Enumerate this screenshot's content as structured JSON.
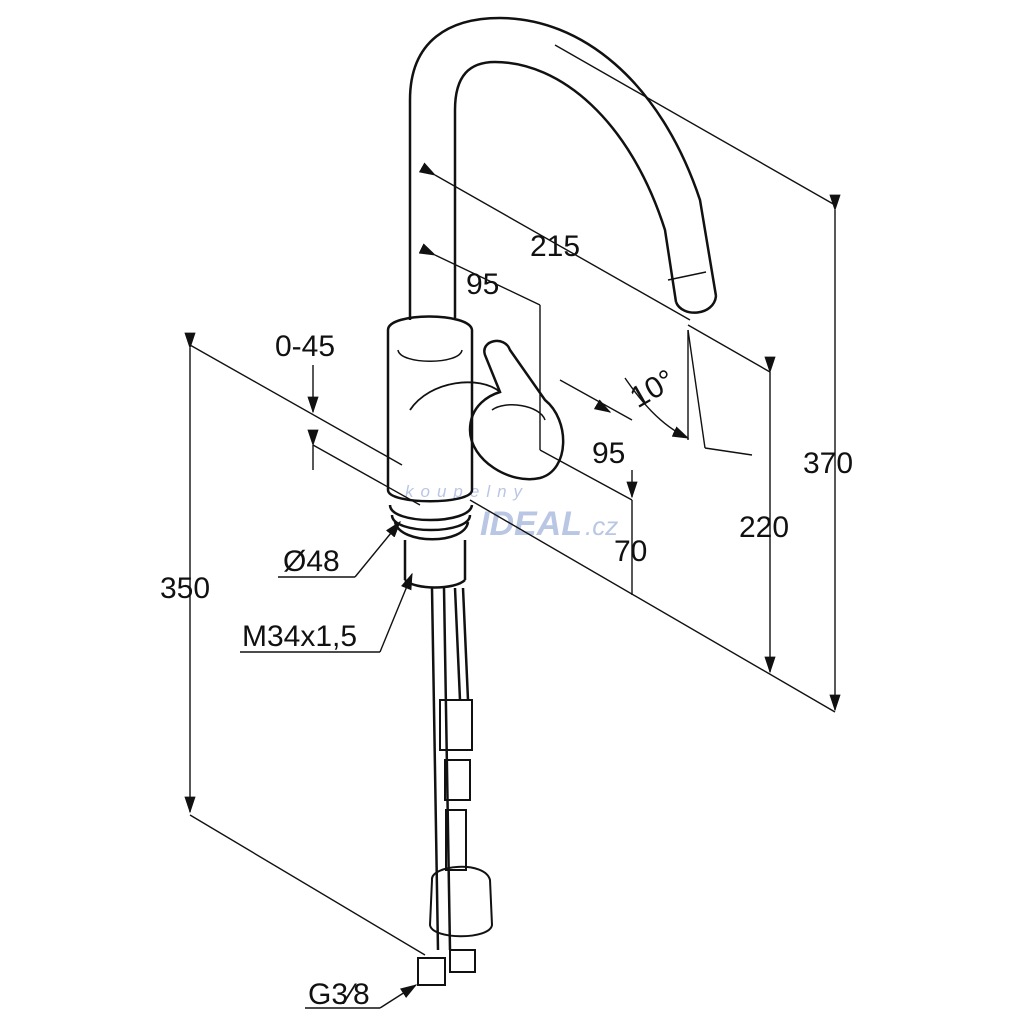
{
  "drawing": {
    "dimensions": {
      "spout_reach": "215",
      "handle_offset": "95",
      "swivel_angle": "0-45",
      "handle_depth": "95",
      "spray_angle": "10°",
      "total_height": "370",
      "spout_height": "220",
      "body_height": "70",
      "hose_length": "350",
      "base_diameter": "Ø48",
      "thread": "M34x1,5",
      "connection": "G3⁄8"
    },
    "watermark": {
      "line1": "koupelny",
      "line2": "IDEAL",
      "line3": ".cz"
    }
  }
}
